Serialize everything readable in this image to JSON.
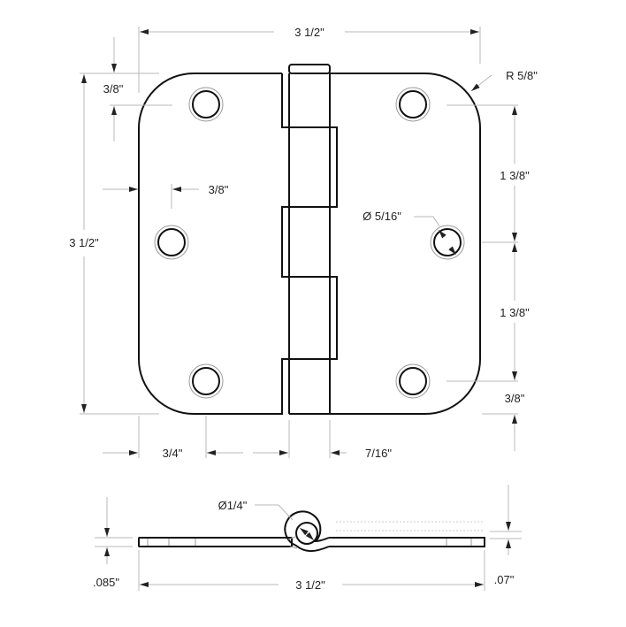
{
  "drawing": {
    "title": "Door hinge technical drawing",
    "top_view": {
      "overall_width": "3 1/2\"",
      "overall_height": "3 1/2\"",
      "corner_radius": "R 5/8\"",
      "top_hole_offset": "3/8\"",
      "hole_edge_offset": "3/8\"",
      "hole_spacing_upper": "1 3/8\"",
      "hole_spacing_lower": "1 3/8\"",
      "bottom_hole_offset": "3/8\"",
      "hole_diameter": "Ø 5/16\"",
      "left_hole_inset": "3/4\"",
      "knuckle_offset": "7/16\""
    },
    "side_view": {
      "pin_diameter": "Ø1/4\"",
      "overall_width": "3 1/2\"",
      "leaf_thickness_left": ".085\"",
      "leaf_thickness_right": ".07\""
    },
    "colors": {
      "line": "#111111",
      "dimension": "#b8b8b8",
      "background": "#ffffff"
    }
  }
}
